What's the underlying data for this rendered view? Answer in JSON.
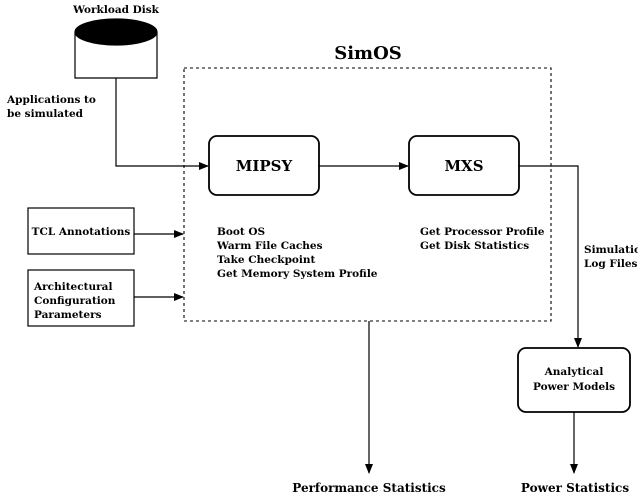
{
  "workload_disk": {
    "label": "Workload Disk"
  },
  "applications": {
    "line1": "Applications to",
    "line2": "be simulated"
  },
  "simos": {
    "title": "SimOS"
  },
  "mipsy": {
    "label": "MIPSY"
  },
  "mxs": {
    "label": "MXS"
  },
  "tcl": {
    "label": "TCL Annotations"
  },
  "arch": {
    "line1": "Architectural",
    "line2": "Configuration",
    "line3": "Parameters"
  },
  "mipsy_tasks": [
    "Boot OS",
    "Warm File Caches",
    "Take Checkpoint",
    "Get Memory System Profile"
  ],
  "mxs_tasks": [
    "Get Processor Profile",
    "Get Disk Statistics"
  ],
  "simulation_log": {
    "line1": "Simulation",
    "line2": "Log Files"
  },
  "power_models": {
    "line1": "Analytical",
    "line2": "Power Models"
  },
  "outputs": {
    "performance": "Performance Statistics",
    "power": "Power Statistics"
  }
}
